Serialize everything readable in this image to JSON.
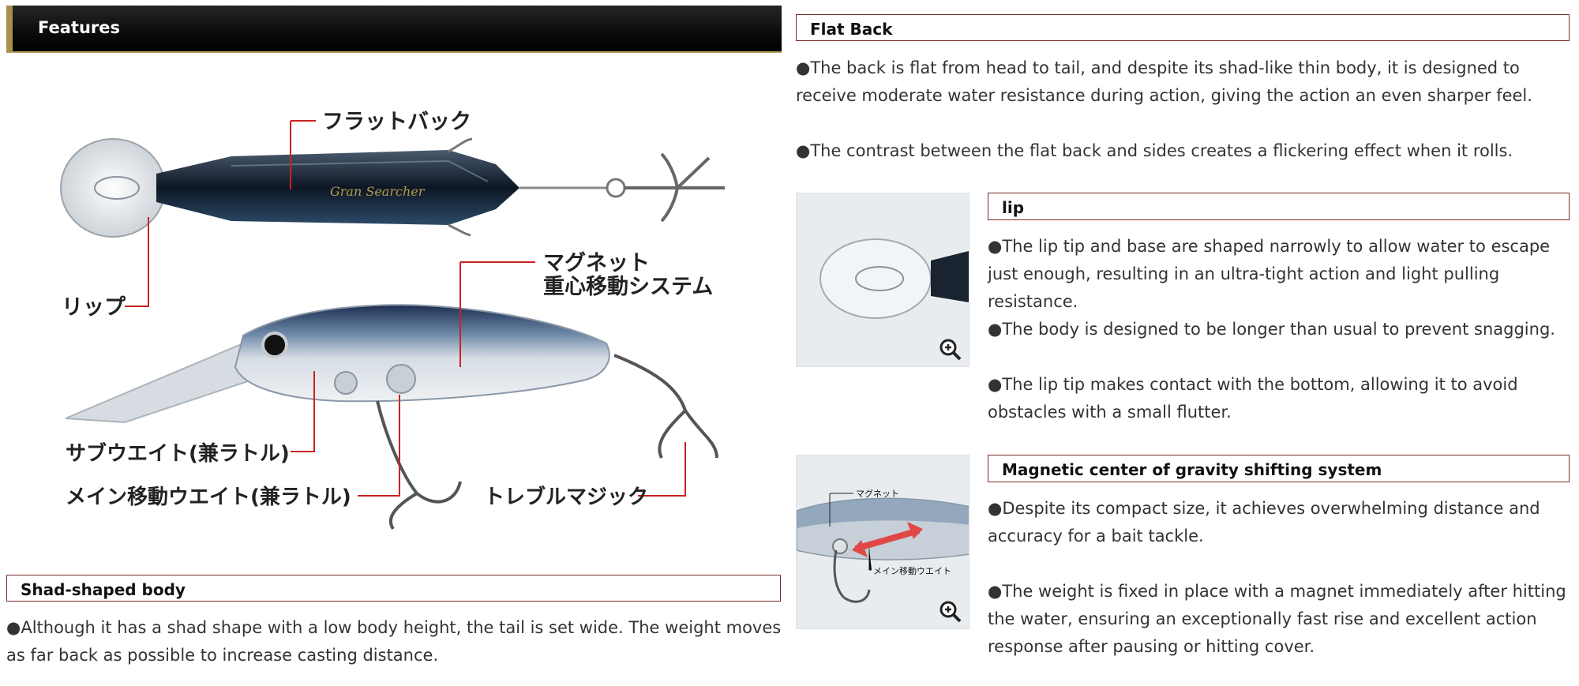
{
  "features": {
    "title": "Features"
  },
  "diagram": {
    "labels": {
      "flat_back": "フラットバック",
      "lip": "リップ",
      "magnet_line1": "マグネット",
      "magnet_line2": "重心移動システム",
      "sub_weight": "サブウエイト(兼ラトル)",
      "main_weight": "メイン移動ウエイト(兼ラトル)",
      "treble": "トレブルマジック",
      "brand": "Gran Searcher"
    }
  },
  "shad": {
    "title": "Shad-shaped body",
    "text": "●Although it has a shad shape with a low body height, the tail is set wide. The weight moves as far back as possible to increase casting distance."
  },
  "flat_back": {
    "title": "Flat Back",
    "p1": "●The back is flat from head to tail, and despite its shad-like thin body, it is designed to receive moderate water resistance during action, giving the action an even sharper feel.",
    "p2": "●The contrast between the flat back and sides creates a flickering effect when it rolls."
  },
  "lip": {
    "title": "lip",
    "p1": "●The lip tip and base are shaped narrowly to allow water to escape just enough, resulting in an ultra-tight action and light pulling resistance.",
    "p2": "●The body is designed to be longer than usual to prevent snagging.",
    "p3": "●The lip tip makes contact with the bottom, allowing it to avoid obstacles with a small flutter."
  },
  "magnet": {
    "title": "Magnetic center of gravity shifting system",
    "thumb_label1": "マグネット",
    "thumb_label2": "メイン移動ウエイト",
    "p1": "●Despite its compact size, it achieves overwhelming distance and accuracy for a bait tackle.",
    "p2": "●The weight is fixed in place with a magnet immediately after hitting the water, ensuring an exceptionally fast rise and excellent action response after pausing or hitting cover."
  },
  "colors": {
    "heading_border": "#7a2b2b",
    "features_accent": "#a88f4a",
    "callout_line": "#cc2222"
  }
}
